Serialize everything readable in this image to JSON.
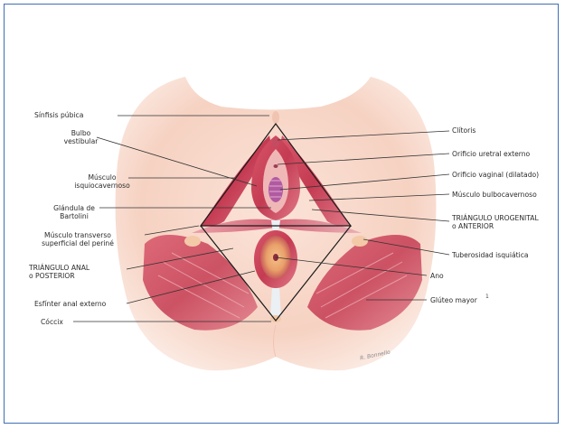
{
  "labels_left": {
    "sinfisis": "Sínfisis púbica",
    "bulbo": "Bulbo\nvestibular",
    "musculo_isquio": "Músculo\nisquiocavernoso",
    "glandula": "Glándula de\nBartolini",
    "musculo_transverso": "Músculo transverso\nsuperficial del periné",
    "triangulo_anal": "TRIÁNGULO ANAL\no POSTERIOR",
    "esfinter": "Esfínter anal externo",
    "coccix": "Cóccix"
  },
  "labels_right": {
    "clitoris": "Clítoris",
    "orificio_uretral": "Orificio uretral externo",
    "orificio_vaginal": "Orificio vaginal (dilatado)",
    "musculo_bulbo": "Músculo bulbocavernoso",
    "triangulo_urogenital": "TRIÁNGULO UROGENITAL\no ANTERIOR",
    "tuberosidad": "Tuberosidad isquiática",
    "ano": "Ano",
    "gluteo": "Glúteo mayor"
  },
  "footnote_mark": "1",
  "signature": "R. Bonnello"
}
